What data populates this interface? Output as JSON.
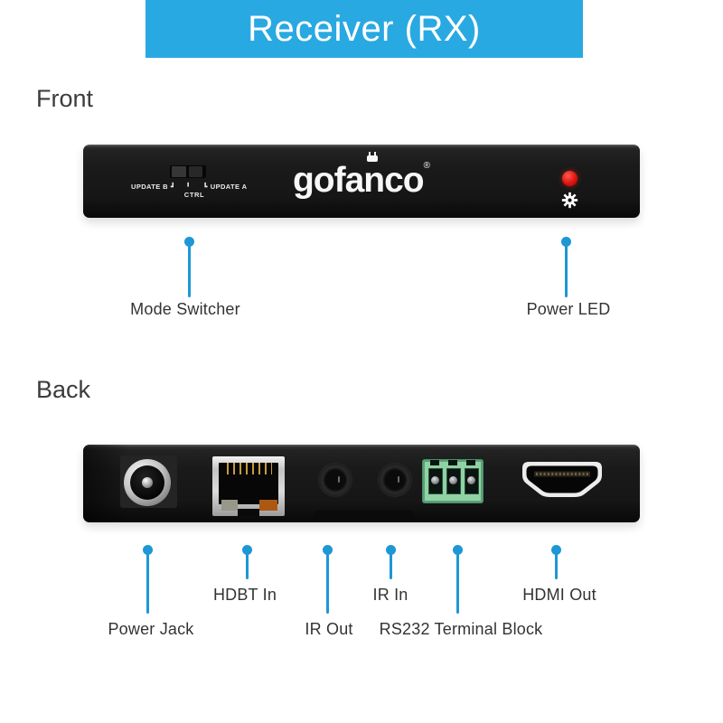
{
  "banner": {
    "title": "Receiver (RX)"
  },
  "sections": {
    "front": "Front",
    "back": "Back"
  },
  "front_device": {
    "brand": "gofanco",
    "registered_mark": "®",
    "mode_switch": {
      "left_label": "UPDATE B",
      "left_bracket": "┛",
      "center_tick": "╹",
      "right_bracket": "┗",
      "right_label": "UPDATE A",
      "center_label": "CTRL"
    },
    "icons": {
      "power_led": "red-led",
      "gear": "gear-icon"
    }
  },
  "front_callouts": [
    {
      "label": "Mode Switcher"
    },
    {
      "label": "Power LED"
    }
  ],
  "back_callouts": [
    {
      "label": "Power Jack"
    },
    {
      "label": "HDBT In"
    },
    {
      "label": "IR Out"
    },
    {
      "label": "IR In"
    },
    {
      "label": "RS232 Terminal Block"
    },
    {
      "label": "HDMI Out"
    }
  ],
  "colors": {
    "banner_blue": "#29a9e2",
    "callout_blue": "#1d97d6",
    "led_red": "#e01212",
    "terminal_green": "#8fd2a4",
    "device_black": "#1a1a1a",
    "label_text": "#333333"
  }
}
